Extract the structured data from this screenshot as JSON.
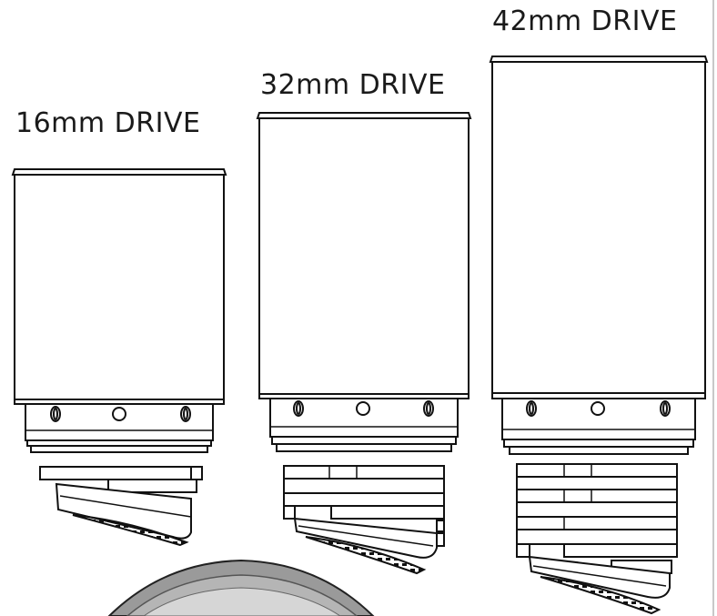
{
  "labels": {
    "drive_16": "16mm DRIVE",
    "drive_32": "32mm DRIVE",
    "drive_42": "42mm DRIVE"
  },
  "colors": {
    "line": "#111111",
    "fill": "#ffffff",
    "shade": "#9a9a9a",
    "frame": "#c8c8c8"
  },
  "icons": {
    "drive_assembly": "motor-with-gearhead-and-pulley-icon",
    "bottom_partial": "round-housing-icon"
  }
}
